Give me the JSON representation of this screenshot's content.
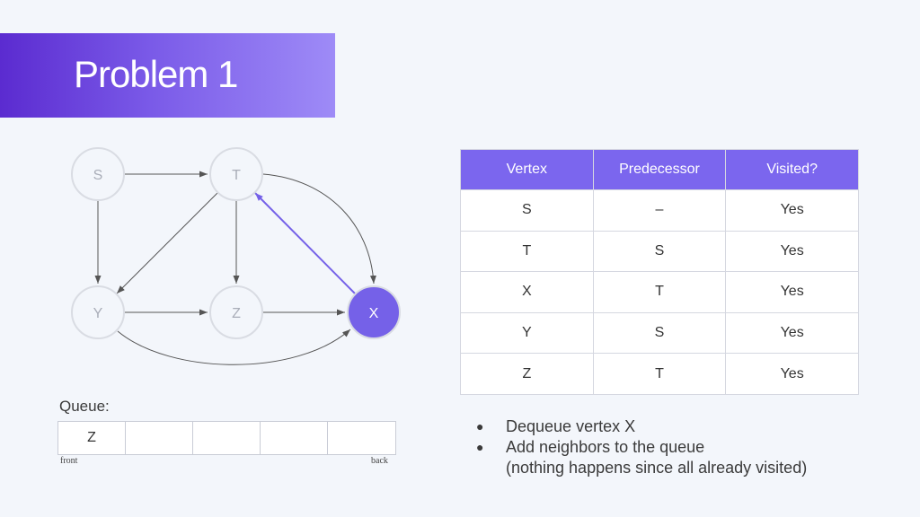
{
  "slide": {
    "title": "Problem 1"
  },
  "graph": {
    "vertices": [
      "S",
      "T",
      "Y",
      "Z",
      "X"
    ],
    "edges": [
      [
        "S",
        "T"
      ],
      [
        "S",
        "Y"
      ],
      [
        "T",
        "Y"
      ],
      [
        "T",
        "Z"
      ],
      [
        "T",
        "X"
      ],
      [
        "Y",
        "Z"
      ],
      [
        "Y",
        "X"
      ],
      [
        "Z",
        "X"
      ],
      [
        "X",
        "T"
      ]
    ],
    "highlighted_vertex": "X",
    "highlighted_edge": [
      "X",
      "T"
    ],
    "colors": {
      "highlight": "#7561e8",
      "node_border": "#d9dce3",
      "node_label": "#a9adb8",
      "edge": "#555555"
    }
  },
  "table": {
    "headers": [
      "Vertex",
      "Predecessor",
      "Visited?"
    ],
    "rows": [
      [
        "S",
        "–",
        "Yes"
      ],
      [
        "T",
        "S",
        "Yes"
      ],
      [
        "X",
        "T",
        "Yes"
      ],
      [
        "Y",
        "S",
        "Yes"
      ],
      [
        "Z",
        "T",
        "Yes"
      ]
    ]
  },
  "queue": {
    "label": "Queue:",
    "cells": [
      "Z",
      "",
      "",
      "",
      ""
    ],
    "front_label": "front",
    "back_label": "back"
  },
  "bullets": [
    "Dequeue vertex X",
    "Add neighbors to the queue\n(nothing happens since all already visited)"
  ]
}
